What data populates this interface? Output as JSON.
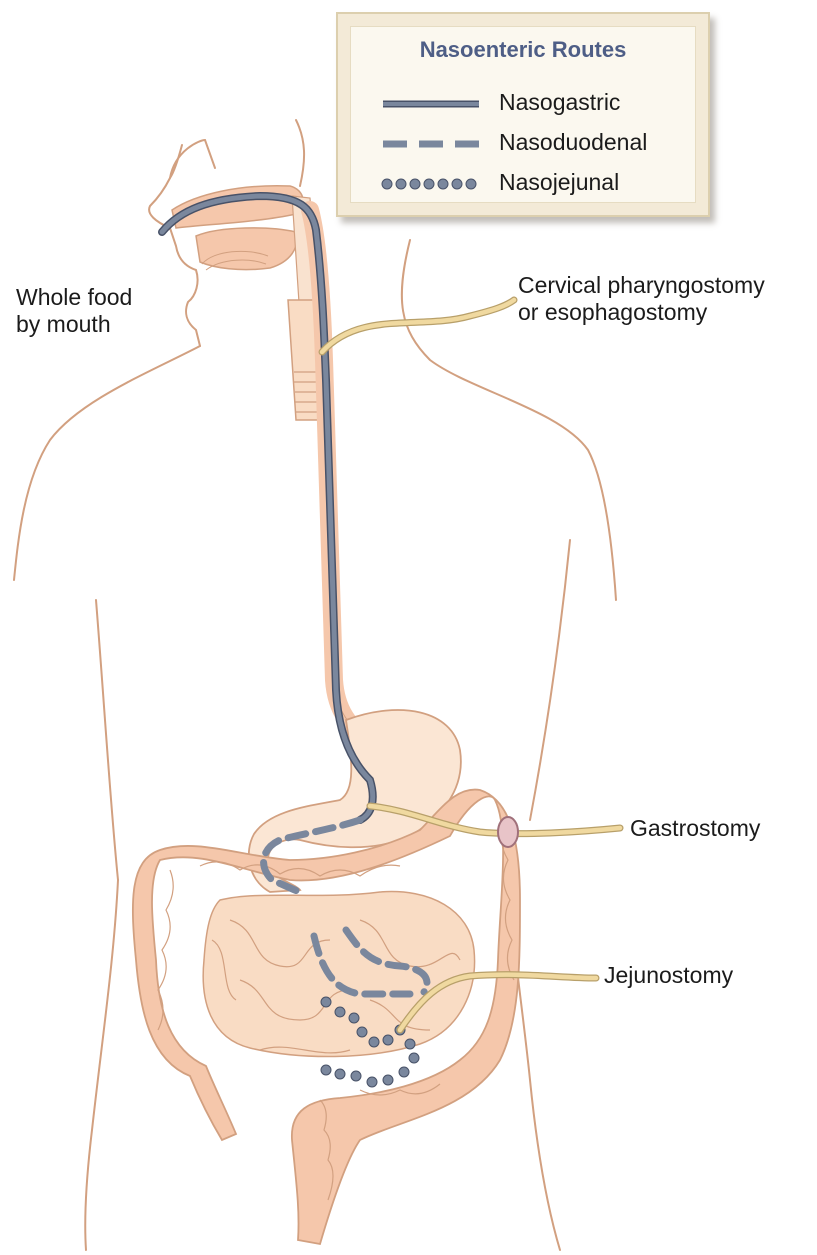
{
  "legend": {
    "title": "Nasoenteric Routes",
    "items": [
      {
        "label": "Nasogastric",
        "style": "solid"
      },
      {
        "label": "Nasoduodenal",
        "style": "dashed"
      },
      {
        "label": "Nasojejunal",
        "style": "dotted"
      }
    ]
  },
  "labels": {
    "mouth": [
      "Whole food",
      "by mouth"
    ],
    "cervical": [
      "Cervical pharyngostomy",
      "or esophagostomy"
    ],
    "gastrostomy": "Gastrostomy",
    "jejunostomy": "Jejunostomy"
  },
  "colors": {
    "outline": "#d2a080",
    "organ_fill": "#f5c7ab",
    "organ_light": "#f9e2cf",
    "tube_blue": "#7a879d",
    "tube_blue_edge": "#485268",
    "feeding_tube": "#f0d9a0",
    "feeding_tube_edge": "#b8a06a",
    "legend_bg": "#f3ead7",
    "legend_title": "#4e5e86"
  }
}
